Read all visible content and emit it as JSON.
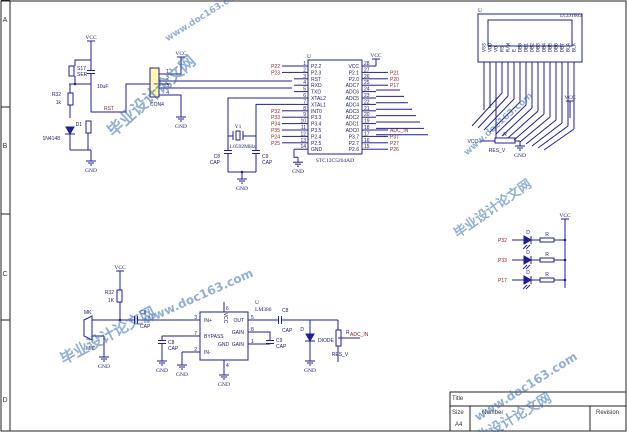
{
  "border": {
    "rows": [
      "A",
      "B",
      "C",
      "D"
    ]
  },
  "mcu": {
    "ref": "U",
    "part": "STC12C5204AD",
    "left_pins": [
      {
        "num": "1",
        "name": "P2.2",
        "net": "P22"
      },
      {
        "num": "2",
        "name": "P2.3",
        "net": "P23"
      },
      {
        "num": "3",
        "name": "RST",
        "net": ""
      },
      {
        "num": "4",
        "name": "RXD",
        "net": ""
      },
      {
        "num": "5",
        "name": "TXD",
        "net": ""
      },
      {
        "num": "6",
        "name": "XTAL2",
        "net": ""
      },
      {
        "num": "7",
        "name": "XTAL1",
        "net": ""
      },
      {
        "num": "8",
        "name": "INT0",
        "net": "P32"
      },
      {
        "num": "9",
        "name": "P3.3",
        "net": "P33"
      },
      {
        "num": "10",
        "name": "P3.4",
        "net": "P34"
      },
      {
        "num": "11",
        "name": "P3.5",
        "net": "P35"
      },
      {
        "num": "12",
        "name": "P2.4",
        "net": "P24"
      },
      {
        "num": "13",
        "name": "P2.5",
        "net": "P25"
      },
      {
        "num": "14",
        "name": "GND",
        "net": ""
      }
    ],
    "right_pins": [
      {
        "num": "28",
        "name": "VCC",
        "net": ""
      },
      {
        "num": "27",
        "name": "P2.1",
        "net": "P21"
      },
      {
        "num": "26",
        "name": "P2.0",
        "net": "P20"
      },
      {
        "num": "25",
        "name": "ADC7",
        "net": "P17"
      },
      {
        "num": "24",
        "name": "ADC6",
        "net": ""
      },
      {
        "num": "23",
        "name": "ADC5",
        "net": ""
      },
      {
        "num": "22",
        "name": "ADC4",
        "net": ""
      },
      {
        "num": "21",
        "name": "ADC3",
        "net": ""
      },
      {
        "num": "20",
        "name": "ADC2",
        "net": ""
      },
      {
        "num": "19",
        "name": "ADC1",
        "net": ""
      },
      {
        "num": "18",
        "name": "ADC0",
        "net": "ADC_IN"
      },
      {
        "num": "17",
        "name": "P3.7",
        "net": "P37"
      },
      {
        "num": "16",
        "name": "P2.7",
        "net": "P27"
      },
      {
        "num": "15",
        "name": "P2.6",
        "net": "P26"
      }
    ]
  },
  "reset": {
    "switch": "S17",
    "switch_label": "SER",
    "cap": "10uF",
    "res": "R32",
    "res_val": "1k",
    "net": "RST",
    "diode_ref": "D1",
    "diode": "1N4148"
  },
  "crystal": {
    "ref": "Y1",
    "freq": "11.0592MHz",
    "c1": "C8",
    "c1_val": "CAP",
    "c2": "C9",
    "c2_val": "CAP"
  },
  "connector": {
    "ref": "CON4",
    "pins": [
      "1",
      "2",
      "3",
      "4"
    ]
  },
  "lcd": {
    "ref": "U",
    "part": "LCD1602",
    "pins": [
      "VSS",
      "VDD",
      "VO",
      "RS",
      "R/W",
      "E",
      "DB0",
      "DB1",
      "DB2",
      "DB3",
      "DB4",
      "DB5",
      "DB6",
      "DB7",
      "BLA",
      "BLK"
    ],
    "pot": "R",
    "pot_val": "RES_V"
  },
  "leds": [
    {
      "net": "P32",
      "ref": "D",
      "res": "R"
    },
    {
      "net": "P33",
      "ref": "D",
      "res": "R"
    },
    {
      "net": "P17",
      "ref": "D",
      "res": "R"
    }
  ],
  "amp": {
    "ref": "U",
    "part": "LM386",
    "pins": [
      {
        "num": "3",
        "name": "IN+"
      },
      {
        "num": "7",
        "name": "BYPASS"
      },
      {
        "num": "2",
        "name": "IN-"
      },
      {
        "num": "5",
        "name": "OUT"
      },
      {
        "num": "8",
        "name": "GAIN"
      },
      {
        "num": "1",
        "name": "GAIN"
      },
      {
        "num": "6",
        "name": "VCC"
      },
      {
        "num": "4",
        "name": "GND"
      }
    ],
    "mic": "MK",
    "mic_label": "MIC",
    "mic_res": "R32",
    "mic_res_val": "1K",
    "caps": [
      "C8",
      "C8",
      "C9",
      "C8",
      "C8"
    ],
    "cap_val": "CAP",
    "diode_ref": "D",
    "diode": "DIODE",
    "out_res": "R",
    "out_res_val": "RES_V",
    "out_net": "ADC_IN"
  },
  "supply": {
    "vcc": "VCC",
    "gnd": "GND"
  },
  "title_block": {
    "title": "Title",
    "size": "Size",
    "size_val": "A4",
    "number": "Number",
    "revision": "Revision"
  },
  "watermarks": [
    "毕业设计论文网",
    "www.doc163.com"
  ]
}
